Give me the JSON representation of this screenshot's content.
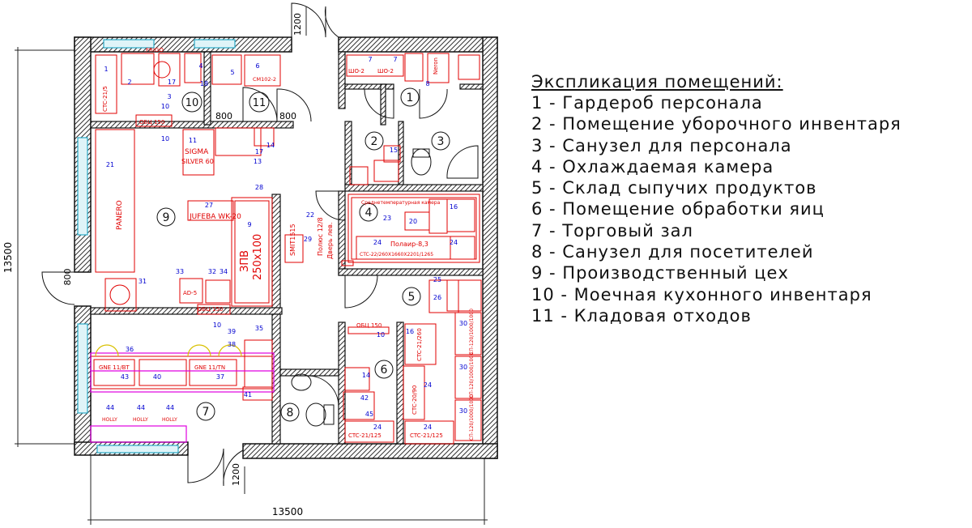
{
  "legend": {
    "title": "Экспликация помещений:",
    "items": [
      {
        "num": "1",
        "text": "1 - Гардероб персонала"
      },
      {
        "num": "2",
        "text": "2 - Помещение уборочного инвентаря"
      },
      {
        "num": "3",
        "text": "3 - Санузел для персонала"
      },
      {
        "num": "4",
        "text": "4 - Охлаждаемая камера"
      },
      {
        "num": "5",
        "text": "5 - Склад сыпучих продуктов"
      },
      {
        "num": "6",
        "text": "6 - Помещение обработки яиц"
      },
      {
        "num": "7",
        "text": "7 - Торговый зал"
      },
      {
        "num": "8",
        "text": "8 - Санузел для посетителей"
      },
      {
        "num": "9",
        "text": "9 - Производственный цех"
      },
      {
        "num": "10",
        "text": "10 - Моечная кухонного инвентаря"
      },
      {
        "num": "11",
        "text": "11 - Кладовая отходов"
      }
    ]
  },
  "dimensions": {
    "width_total": "13500",
    "height_total": "13500",
    "door_top": "1200",
    "door_bottom": "1200",
    "door_side": "800",
    "door_mid_1": "800",
    "door_mid_2": "800"
  },
  "room_labels": {
    "r1": "1",
    "r2": "2",
    "r3": "3",
    "r4": "4",
    "r5": "5",
    "r6": "6",
    "r7": "7",
    "r8": "8",
    "r9": "9",
    "r10": "10",
    "r11": "11"
  },
  "equipment": {
    "n1": "1",
    "n2": "2",
    "n3": "3",
    "n4": "4",
    "n5": "5",
    "n6": "6",
    "n7": "7",
    "n8": "8",
    "n9": "9",
    "n10": "10",
    "n11": "11",
    "n13": "13",
    "n14": "14",
    "n15": "15",
    "n16": "16",
    "n17": "17",
    "n18": "18",
    "n20": "20",
    "n21": "21",
    "n22": "22",
    "n23": "23",
    "n24": "24",
    "n25": "25",
    "n26": "26",
    "n27": "27",
    "n28": "28",
    "n29": "29",
    "n30": "30",
    "n31": "31",
    "n32": "32",
    "n33": "33",
    "n34": "34",
    "n35": "35",
    "n36": "36",
    "n37": "37",
    "n38": "38",
    "n39": "39",
    "n40": "40",
    "n41": "41",
    "n42": "42",
    "n43": "43",
    "n44": "44",
    "n45": "45",
    "t_ctc": "CTC-21/5",
    "t_frigo": "FRIGO",
    "t_cm": "CM102-2",
    "t_sho": "ШО-2",
    "t_neron": "Neron",
    "t_obsh": "ОБЦ 150",
    "t_sigma": "SIGMA",
    "t_silver": "SILVER 60",
    "t_panero": "PANERO",
    "t_jufeba": "JUFEBA WK-20",
    "t_zpv": "250x100",
    "t_zpv2": "ЗПВ",
    "t_smit": "SMIT1515",
    "t_door": "Дверь лев.",
    "t_polon": "Полюс 12/8",
    "t_chamber": "Среднетемпературная камера",
    "t_polar": "Полаир-8,3",
    "t_ctc2": "CTC-22/260X1660X2201/1265",
    "t_ctc21": "CTC-21/260",
    "t_ctc_b": "CTC-21/125",
    "t_ctc_c": "CTC-20/90",
    "t_ad": "AD-5",
    "t_gne": "GNE 11/TN",
    "t_gne2": "GNE 11/BT",
    "t_holly": "HOLLY",
    "t_shelf": "СП-120/1000/1000"
  }
}
